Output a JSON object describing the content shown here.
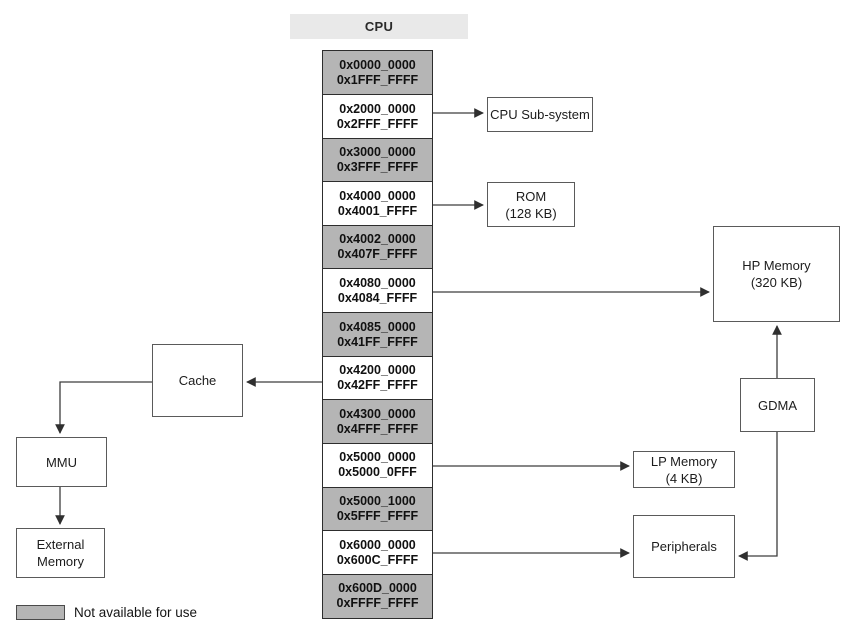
{
  "title": "CPU",
  "memory_map": {
    "blocks": [
      {
        "start": "0x0000_0000",
        "end": "0x1FFF_FFFF",
        "available": false
      },
      {
        "start": "0x2000_0000",
        "end": "0x2FFF_FFFF",
        "available": true
      },
      {
        "start": "0x3000_0000",
        "end": "0x3FFF_FFFF",
        "available": false
      },
      {
        "start": "0x4000_0000",
        "end": "0x4001_FFFF",
        "available": true
      },
      {
        "start": "0x4002_0000",
        "end": "0x407F_FFFF",
        "available": false
      },
      {
        "start": "0x4080_0000",
        "end": "0x4084_FFFF",
        "available": true
      },
      {
        "start": "0x4085_0000",
        "end": "0x41FF_FFFF",
        "available": false
      },
      {
        "start": "0x4200_0000",
        "end": "0x42FF_FFFF",
        "available": true
      },
      {
        "start": "0x4300_0000",
        "end": "0x4FFF_FFFF",
        "available": false
      },
      {
        "start": "0x5000_0000",
        "end": "0x5000_0FFF",
        "available": true
      },
      {
        "start": "0x5000_1000",
        "end": "0x5FFF_FFFF",
        "available": false
      },
      {
        "start": "0x6000_0000",
        "end": "0x600C_FFFF",
        "available": true
      },
      {
        "start": "0x600D_0000",
        "end": "0xFFFF_FFFF",
        "available": false
      }
    ]
  },
  "nodes": {
    "cpu_subsystem": {
      "label": "CPU Sub-system"
    },
    "rom": {
      "line1": "ROM",
      "line2": "(128 KB)"
    },
    "hp_memory": {
      "line1": "HP Memory",
      "line2": "(320 KB)"
    },
    "cache": {
      "label": "Cache"
    },
    "mmu": {
      "label": "MMU"
    },
    "external_memory": {
      "line1": "External",
      "line2": "Memory"
    },
    "gdma": {
      "label": "GDMA"
    },
    "lp_memory": {
      "line1": "LP Memory",
      "line2": "(4 KB)"
    },
    "peripherals": {
      "label": "Peripherals"
    }
  },
  "edges": [
    {
      "from": "0x2000_0000-0x2FFF_FFFF",
      "to": "CPU Sub-system"
    },
    {
      "from": "0x4000_0000-0x4001_FFFF",
      "to": "ROM (128 KB)"
    },
    {
      "from": "0x4080_0000-0x4084_FFFF",
      "to": "HP Memory (320 KB)"
    },
    {
      "from": "0x4200_0000-0x42FF_FFFF",
      "to": "Cache"
    },
    {
      "from": "Cache",
      "to": "MMU"
    },
    {
      "from": "MMU",
      "to": "External Memory"
    },
    {
      "from": "0x5000_0000-0x5000_0FFF",
      "to": "LP Memory (4 KB)"
    },
    {
      "from": "0x6000_0000-0x600C_FFFF",
      "to": "Peripherals"
    },
    {
      "from": "GDMA",
      "to": "HP Memory (320 KB)"
    },
    {
      "from": "GDMA",
      "to": "Peripherals"
    }
  ],
  "legend": {
    "swatch_meaning": "Not available for use"
  },
  "colors": {
    "unavailable_fill": "#b5b5b5",
    "available_fill": "#ffffff",
    "header_fill": "#e9e9e9",
    "stack_border": "#2d2d2d",
    "node_border": "#5a5a5a",
    "arrow": "#3d3d3d"
  }
}
